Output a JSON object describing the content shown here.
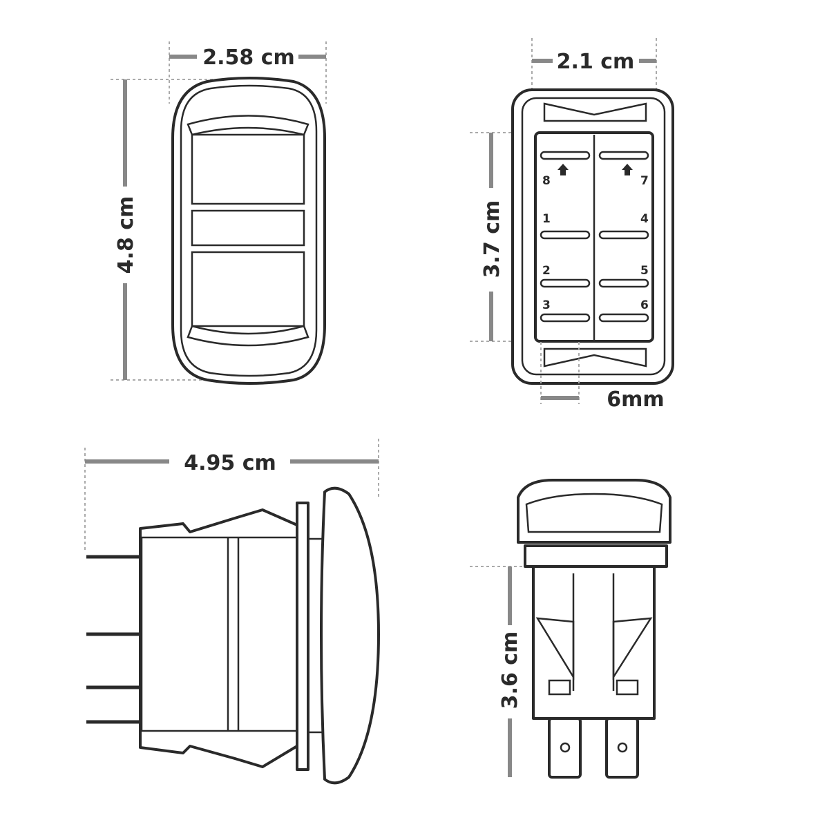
{
  "dimensions": {
    "front_width": "2.58 cm",
    "front_height": "4.8 cm",
    "back_width": "2.1 cm",
    "back_height": "3.7 cm",
    "back_gap": "6mm",
    "side_length": "4.95 cm",
    "end_height": "3.6 cm"
  },
  "pins": [
    "8",
    "7",
    "1",
    "4",
    "2",
    "5",
    "3",
    "6"
  ]
}
